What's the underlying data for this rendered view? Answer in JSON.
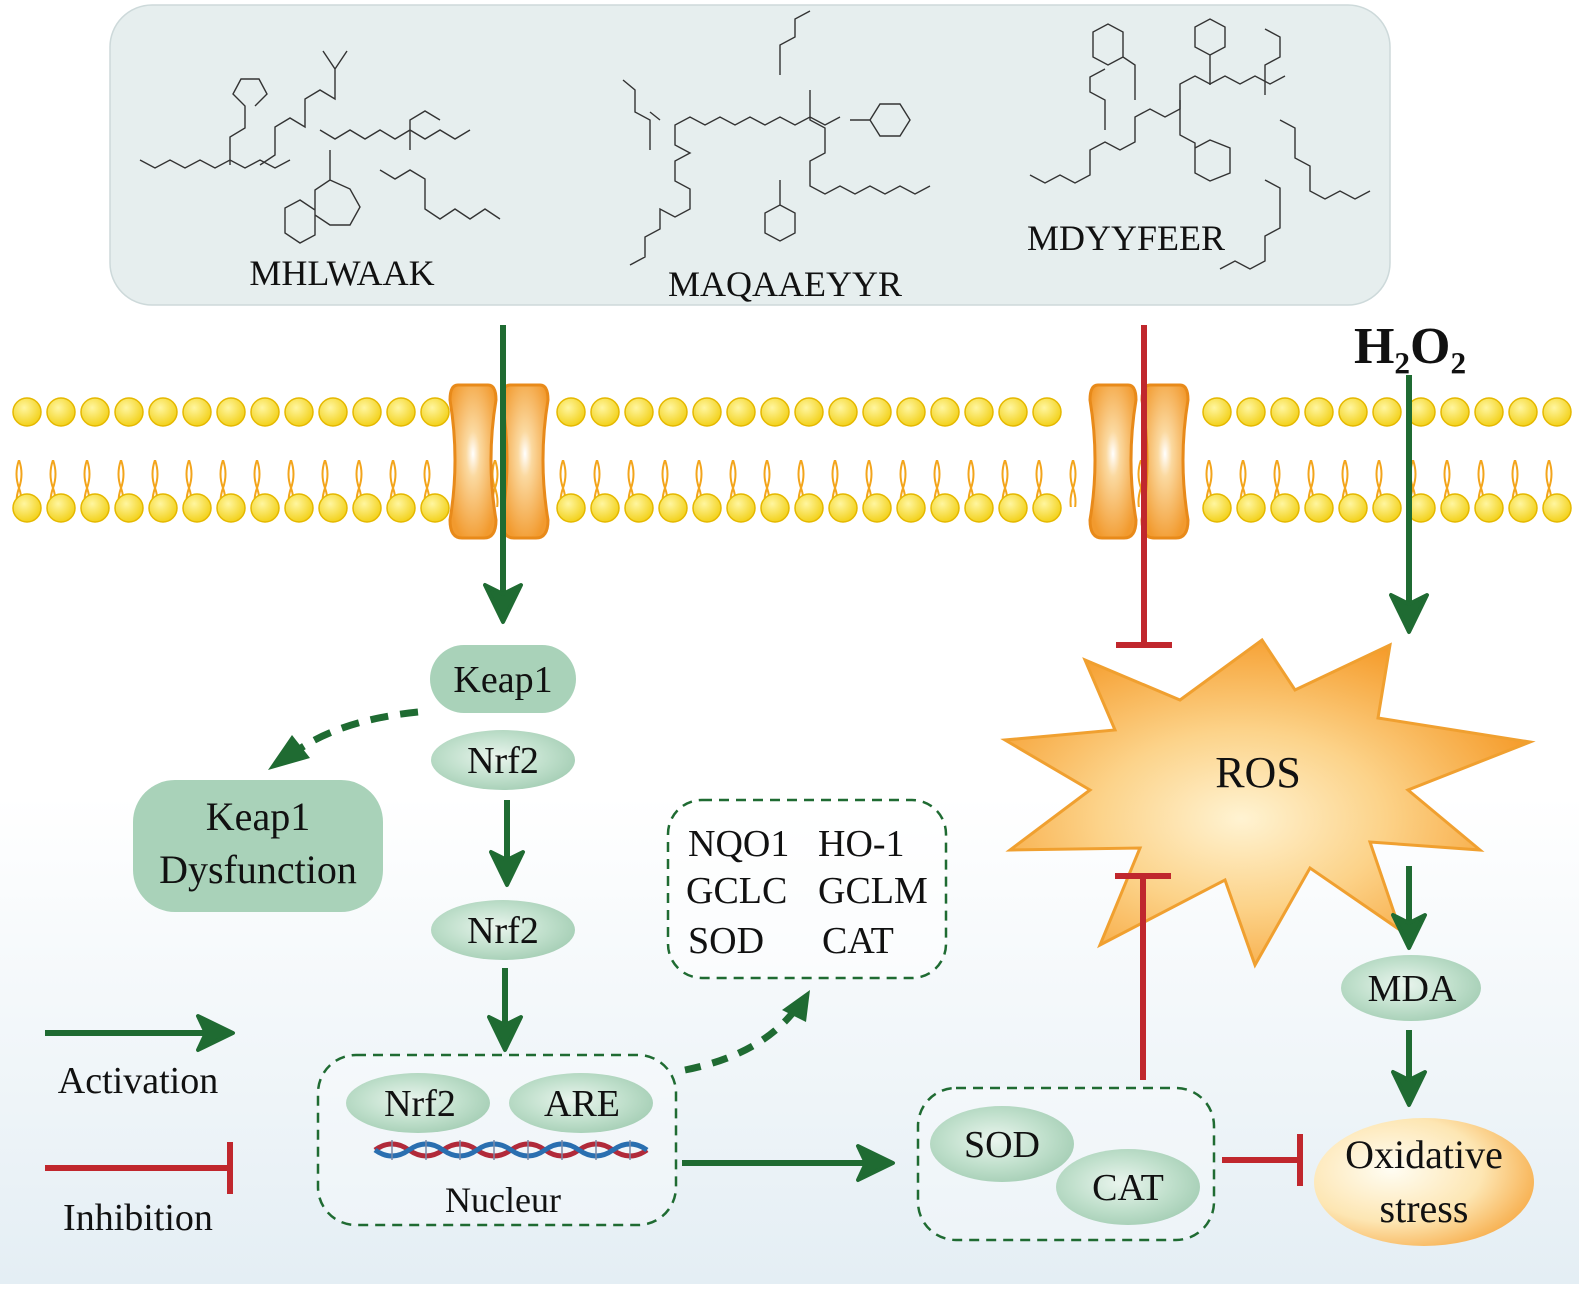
{
  "peptides": [
    {
      "name": "MHLWAAK"
    },
    {
      "name": "MAQAAEYYR"
    },
    {
      "name": "MDYYFEER"
    }
  ],
  "inducer": {
    "label": "H₂O₂"
  },
  "keap1_complex": {
    "keap1": "Keap1",
    "nrf2": "Nrf2"
  },
  "keap1_dysfunction": {
    "line1": "Keap1",
    "line2": "Dysfunction"
  },
  "nrf2_free": "Nrf2",
  "nucleus": {
    "nrf2": "Nrf2",
    "are": "ARE",
    "label": "Nucleur"
  },
  "target_genes": [
    "NQO1",
    "HO-1",
    "GCLC",
    "GCLM",
    "SOD",
    "CAT"
  ],
  "ros": "ROS",
  "mda": "MDA",
  "enzymes": {
    "sod": "SOD",
    "cat": "CAT"
  },
  "oxidative_stress": {
    "line1": "Oxidative",
    "line2": "stress"
  },
  "legend": {
    "activation": "Activation",
    "inhibition": "Inhibition"
  },
  "colors": {
    "activation": "#1f6b32",
    "inhibition": "#c0272d",
    "node_fill": "#a9d2b9",
    "membrane_head": "#f5dc1e",
    "channel": "#f3a43c",
    "ros_fill": "#f6a93a",
    "panel_fill": "#e6eeee"
  }
}
